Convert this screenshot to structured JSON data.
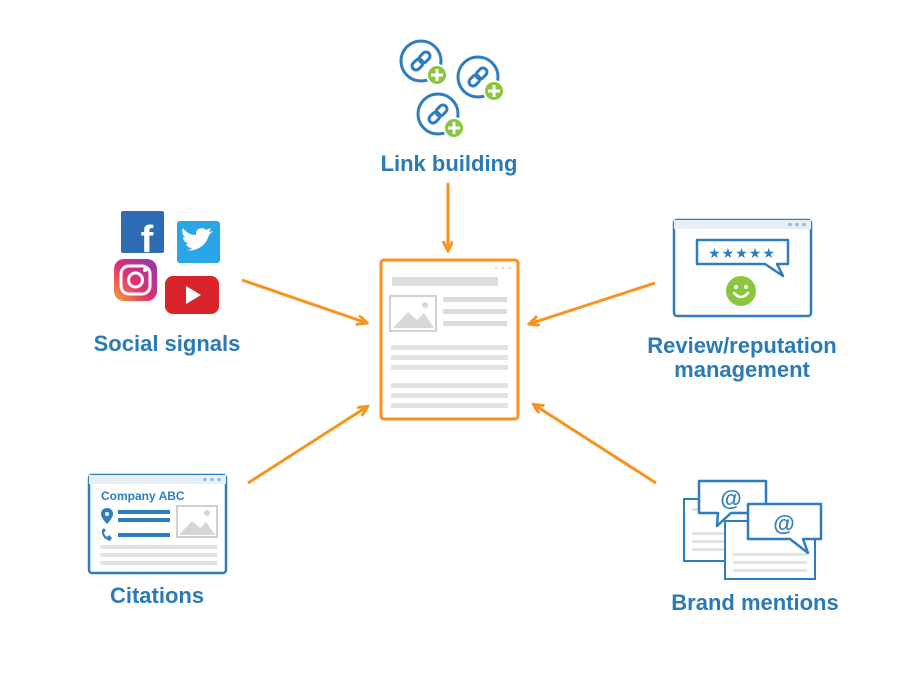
{
  "nodes": {
    "link_building": {
      "label": "Link building",
      "icon": "chain-link-plus-icon"
    },
    "social_signals": {
      "label": "Social signals",
      "icons": [
        "facebook-icon",
        "twitter-icon",
        "instagram-icon",
        "youtube-icon"
      ]
    },
    "review": {
      "label_line1": "Review/reputation",
      "label_line2": "management",
      "icon": "review-stars-icon",
      "stars": "★★★★★"
    },
    "citations": {
      "label": "Citations",
      "icon": "business-listing-icon",
      "company": "Company ABC"
    },
    "brand_mentions": {
      "label": "Brand mentions",
      "icon": "at-mention-icon",
      "symbol": "@"
    }
  },
  "center": {
    "icon": "web-page-icon"
  },
  "colors": {
    "label_blue": "#2a7ab7",
    "icon_blue": "#2e7dbf",
    "arrow_orange": "#f7931e",
    "plus_green": "#8cc63f"
  }
}
